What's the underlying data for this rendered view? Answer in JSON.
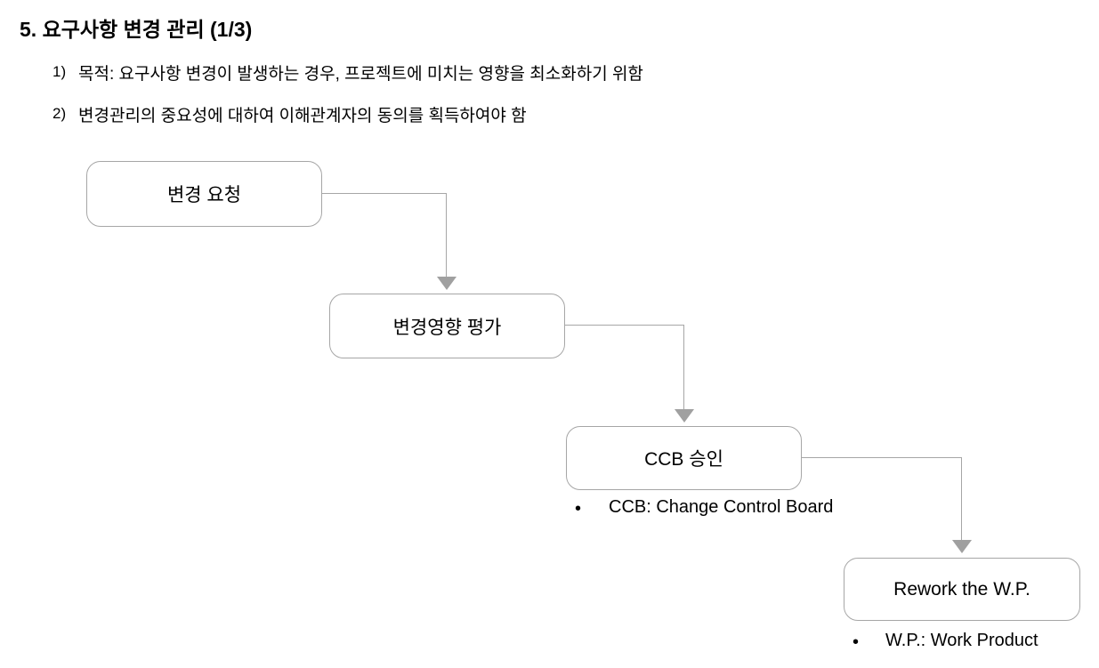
{
  "slide": {
    "title": "5. 요구사항 변경 관리 (1/3)",
    "numbered_items": [
      {
        "marker": "1)",
        "text": "목적: 요구사항 변경이 발생하는 경우, 프로젝트에 미치는 영향을 최소화하기 위함"
      },
      {
        "marker": "2)",
        "text": "변경관리의 중요성에 대하여 이해관계자의 동의를 획득하여야 함"
      }
    ]
  },
  "flowchart": {
    "type": "flowchart",
    "orientation": "cascading-down-right",
    "boxes": [
      {
        "id": "change-request",
        "label": "변경 요청"
      },
      {
        "id": "impact-assessment",
        "label": "변경영향 평가"
      },
      {
        "id": "ccb-approval",
        "label": "CCB 승인"
      },
      {
        "id": "rework",
        "label": "Rework the W.P."
      }
    ],
    "connectors": [
      {
        "from": "change-request",
        "to": "impact-assessment"
      },
      {
        "from": "impact-assessment",
        "to": "ccb-approval"
      },
      {
        "from": "ccb-approval",
        "to": "rework"
      }
    ],
    "captions": [
      {
        "bullet": "•",
        "text": "CCB: Change Control Board"
      },
      {
        "bullet": "•",
        "text": "W.P.: Work Product"
      }
    ]
  },
  "colors": {
    "box_border": "#a6a6a6",
    "connector": "#a6a6a6",
    "arrow": "#a0a0a0",
    "text": "#000000",
    "background": "#ffffff"
  }
}
